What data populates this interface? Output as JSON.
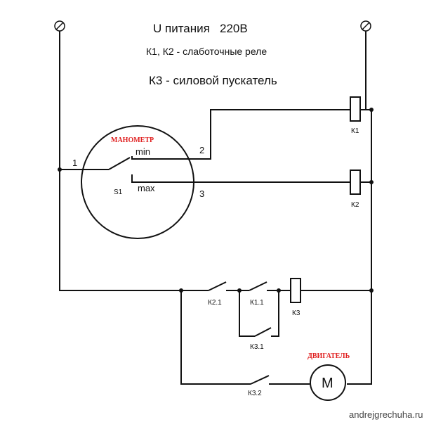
{
  "header": {
    "title": "U питания   220В",
    "relays_note": "К1, К2 - слаботочные реле",
    "contactor_note": "К3 - силовой пускатель"
  },
  "gauge": {
    "title": "МАНОМЕТР",
    "switch": "S1",
    "min": "min",
    "max": "max",
    "node_1": "1",
    "node_2": "2",
    "node_3": "3"
  },
  "components": {
    "k1": "К1",
    "k2": "К2",
    "k3": "К3",
    "k2_1": "К2.1",
    "k1_1": "К1.1",
    "k3_1": "К3.1",
    "k3_2": "К3.2",
    "motor_title": "ДВИГАТЕЛЬ",
    "motor_symbol": "M"
  },
  "watermark": "andrejgrechuha.ru",
  "colors": {
    "line": "#111111",
    "accent": "#e02020"
  }
}
